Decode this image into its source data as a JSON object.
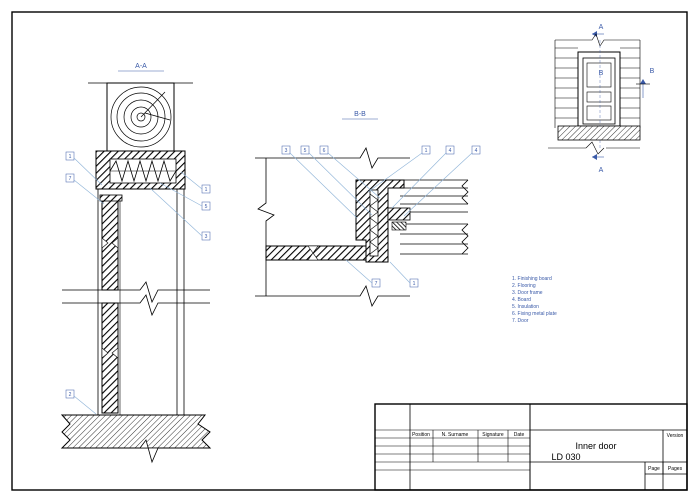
{
  "section_aa": "A-A",
  "section_bb": "B-B",
  "marker_a": "A",
  "marker_b": "B",
  "left_callouts": [
    "1",
    "7",
    "1",
    "5",
    "3",
    "2"
  ],
  "mid_callouts": [
    "3",
    "5",
    "6",
    "1",
    "4",
    "4",
    "7",
    "1"
  ],
  "legend": [
    "1. Finishing board",
    "2. Flooring",
    "3. Door frame",
    "4. Board",
    "5. Insulation",
    "6. Fixing metal plate",
    "7. Door"
  ],
  "title_block": {
    "col_position": "Position",
    "col_name": "N. Surname",
    "col_signature": "Signature",
    "col_date": "Date",
    "title": "Inner door",
    "code": "LD 030",
    "version": "Version",
    "page": "Page",
    "pages": "Pages"
  },
  "colors": {
    "annotation": "#3a5aa8",
    "leader": "#8fb4d8",
    "ink": "#000000"
  }
}
